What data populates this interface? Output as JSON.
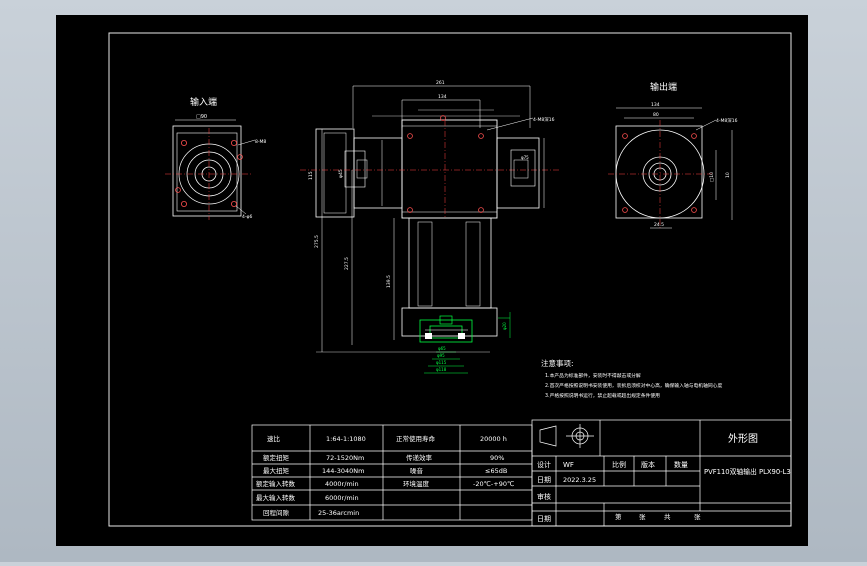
{
  "input_view": {
    "title": "输入端",
    "dims": [
      "□90",
      "8-M8",
      "4-φ6"
    ]
  },
  "output_view": {
    "title": "输出端",
    "dims": [
      "134",
      "80",
      "4-M8深16",
      "24.5",
      "□10",
      "10"
    ]
  },
  "main_view": {
    "dims": [
      "261",
      "134",
      "4-M8深16",
      "115",
      "φ45",
      "φ75",
      "275.5",
      "227.5",
      "139.5",
      "φ20",
      "φ65",
      "φ95",
      "φ115",
      "φ118"
    ]
  },
  "notes": {
    "title": "注意事项:",
    "lines": [
      "1.本产品为标准部件，安装时不得敲击或分解",
      "2.首次严格按照说明书安装使用，装拆后须校对中心高，确保输入轴与电机轴同心度",
      "3.严格按照说明书运行，禁止超载或超出规定条件使用"
    ]
  },
  "spec_table": {
    "rows": [
      [
        "速比",
        "1:64-1:1080",
        "正常使用寿命",
        "20000 h"
      ],
      [
        "额定扭矩",
        "72-1520Nm",
        "传递效率",
        "90%"
      ],
      [
        "最大扭矩",
        "144-3040Nm",
        "噪音",
        "≤65dB"
      ],
      [
        "额定输入转数",
        "4000r/min",
        "环境温度",
        "-20℃-+90℃"
      ],
      [
        "最大输入转数",
        "6000r/min",
        "",
        ""
      ],
      [
        "回程间隙",
        "25-36arcmin",
        "",
        ""
      ]
    ]
  },
  "title_block": {
    "drawing_title": "外形图",
    "part_name": "PVF110双轴输出 PLX90-L3",
    "design_label": "设计",
    "designer": "WF",
    "date_label": "日期",
    "date": "2022.3.25",
    "ratio_label": "比例",
    "version_label": "版本",
    "qty_label": "数量",
    "review_label": "审核",
    "date2_label": "日期",
    "page_label_1": "第",
    "page_label_2": "张",
    "page_label_3": "共",
    "page_label_4": "张"
  }
}
